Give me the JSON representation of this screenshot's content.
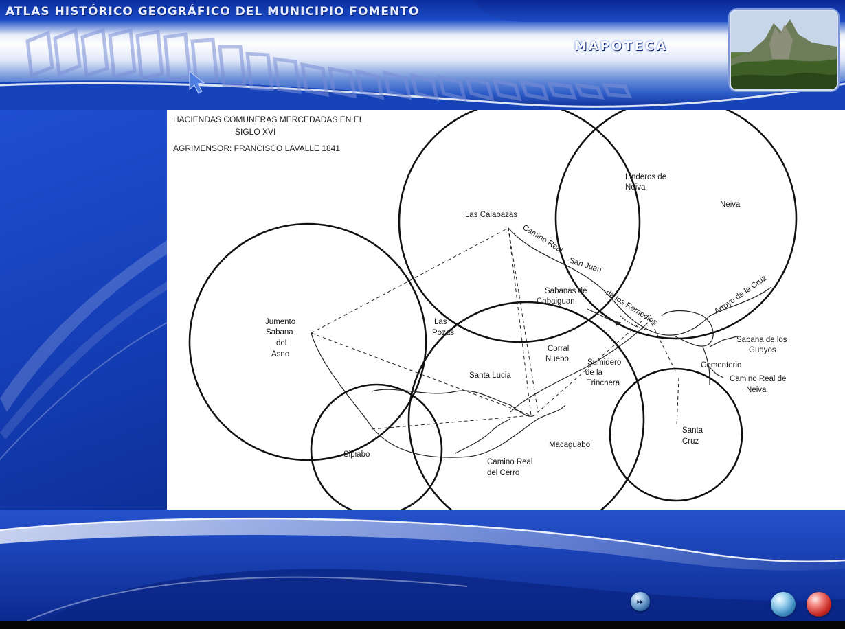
{
  "app": {
    "title": "ATLAS HISTÓRICO GEOGRÁFICO DEL MUNICIPIO FOMENTO",
    "section": "MAPOTECA"
  },
  "map": {
    "title_line1": "HACIENDAS  COMUNERAS MERCEDADAS EN EL",
    "title_line2": "SIGLO XVI",
    "surveyor": "AGRIMENSOR: FRANCISCO LAVALLE  1841",
    "labels": {
      "linderos_1": "Linderos de",
      "linderos_2": "Neiva",
      "neiva": "Neiva",
      "calabazas": "Las Calabazas",
      "camino_real": "Camino Real",
      "san_juan": "San Juan",
      "remedios": "de los Remedios",
      "sabanas_1": "Sabanas de",
      "sabanas_2": "Cabaiguan",
      "arroyo": "Arroyo de la Cruz",
      "jumento_1": "Jumento",
      "jumento_2": "Sabana",
      "jumento_3": "del",
      "jumento_4": "Asno",
      "pozas_1": "Las",
      "pozas_2": "Pozas",
      "corral_1": "Corral",
      "corral_2": "Nuebo",
      "sumidero_1": "Sumidero",
      "sumidero_2": "de la",
      "sumidero_3": "Trinchera",
      "guayos_1": "Sabana de los",
      "guayos_2": "Guayos",
      "cementerio": "Cementerio",
      "camino_neiva_1": "Camino Real de",
      "camino_neiva_2": "Neiva",
      "santa_lucia": "Santa Lucia",
      "santa_cruz_1": "Santa",
      "santa_cruz_2": "Cruz",
      "macaguabo": "Macaguabo",
      "sipiabo": "Sipiabo",
      "camino_cerro_1": "Camino Real",
      "camino_cerro_2": "del Cerro"
    }
  },
  "controls": {
    "next_glyph": "▸▸"
  },
  "colors": {
    "brand_blue": "#0f3fc0",
    "header_text": "#e8eeff",
    "map_ink": "#1a1a1a"
  }
}
